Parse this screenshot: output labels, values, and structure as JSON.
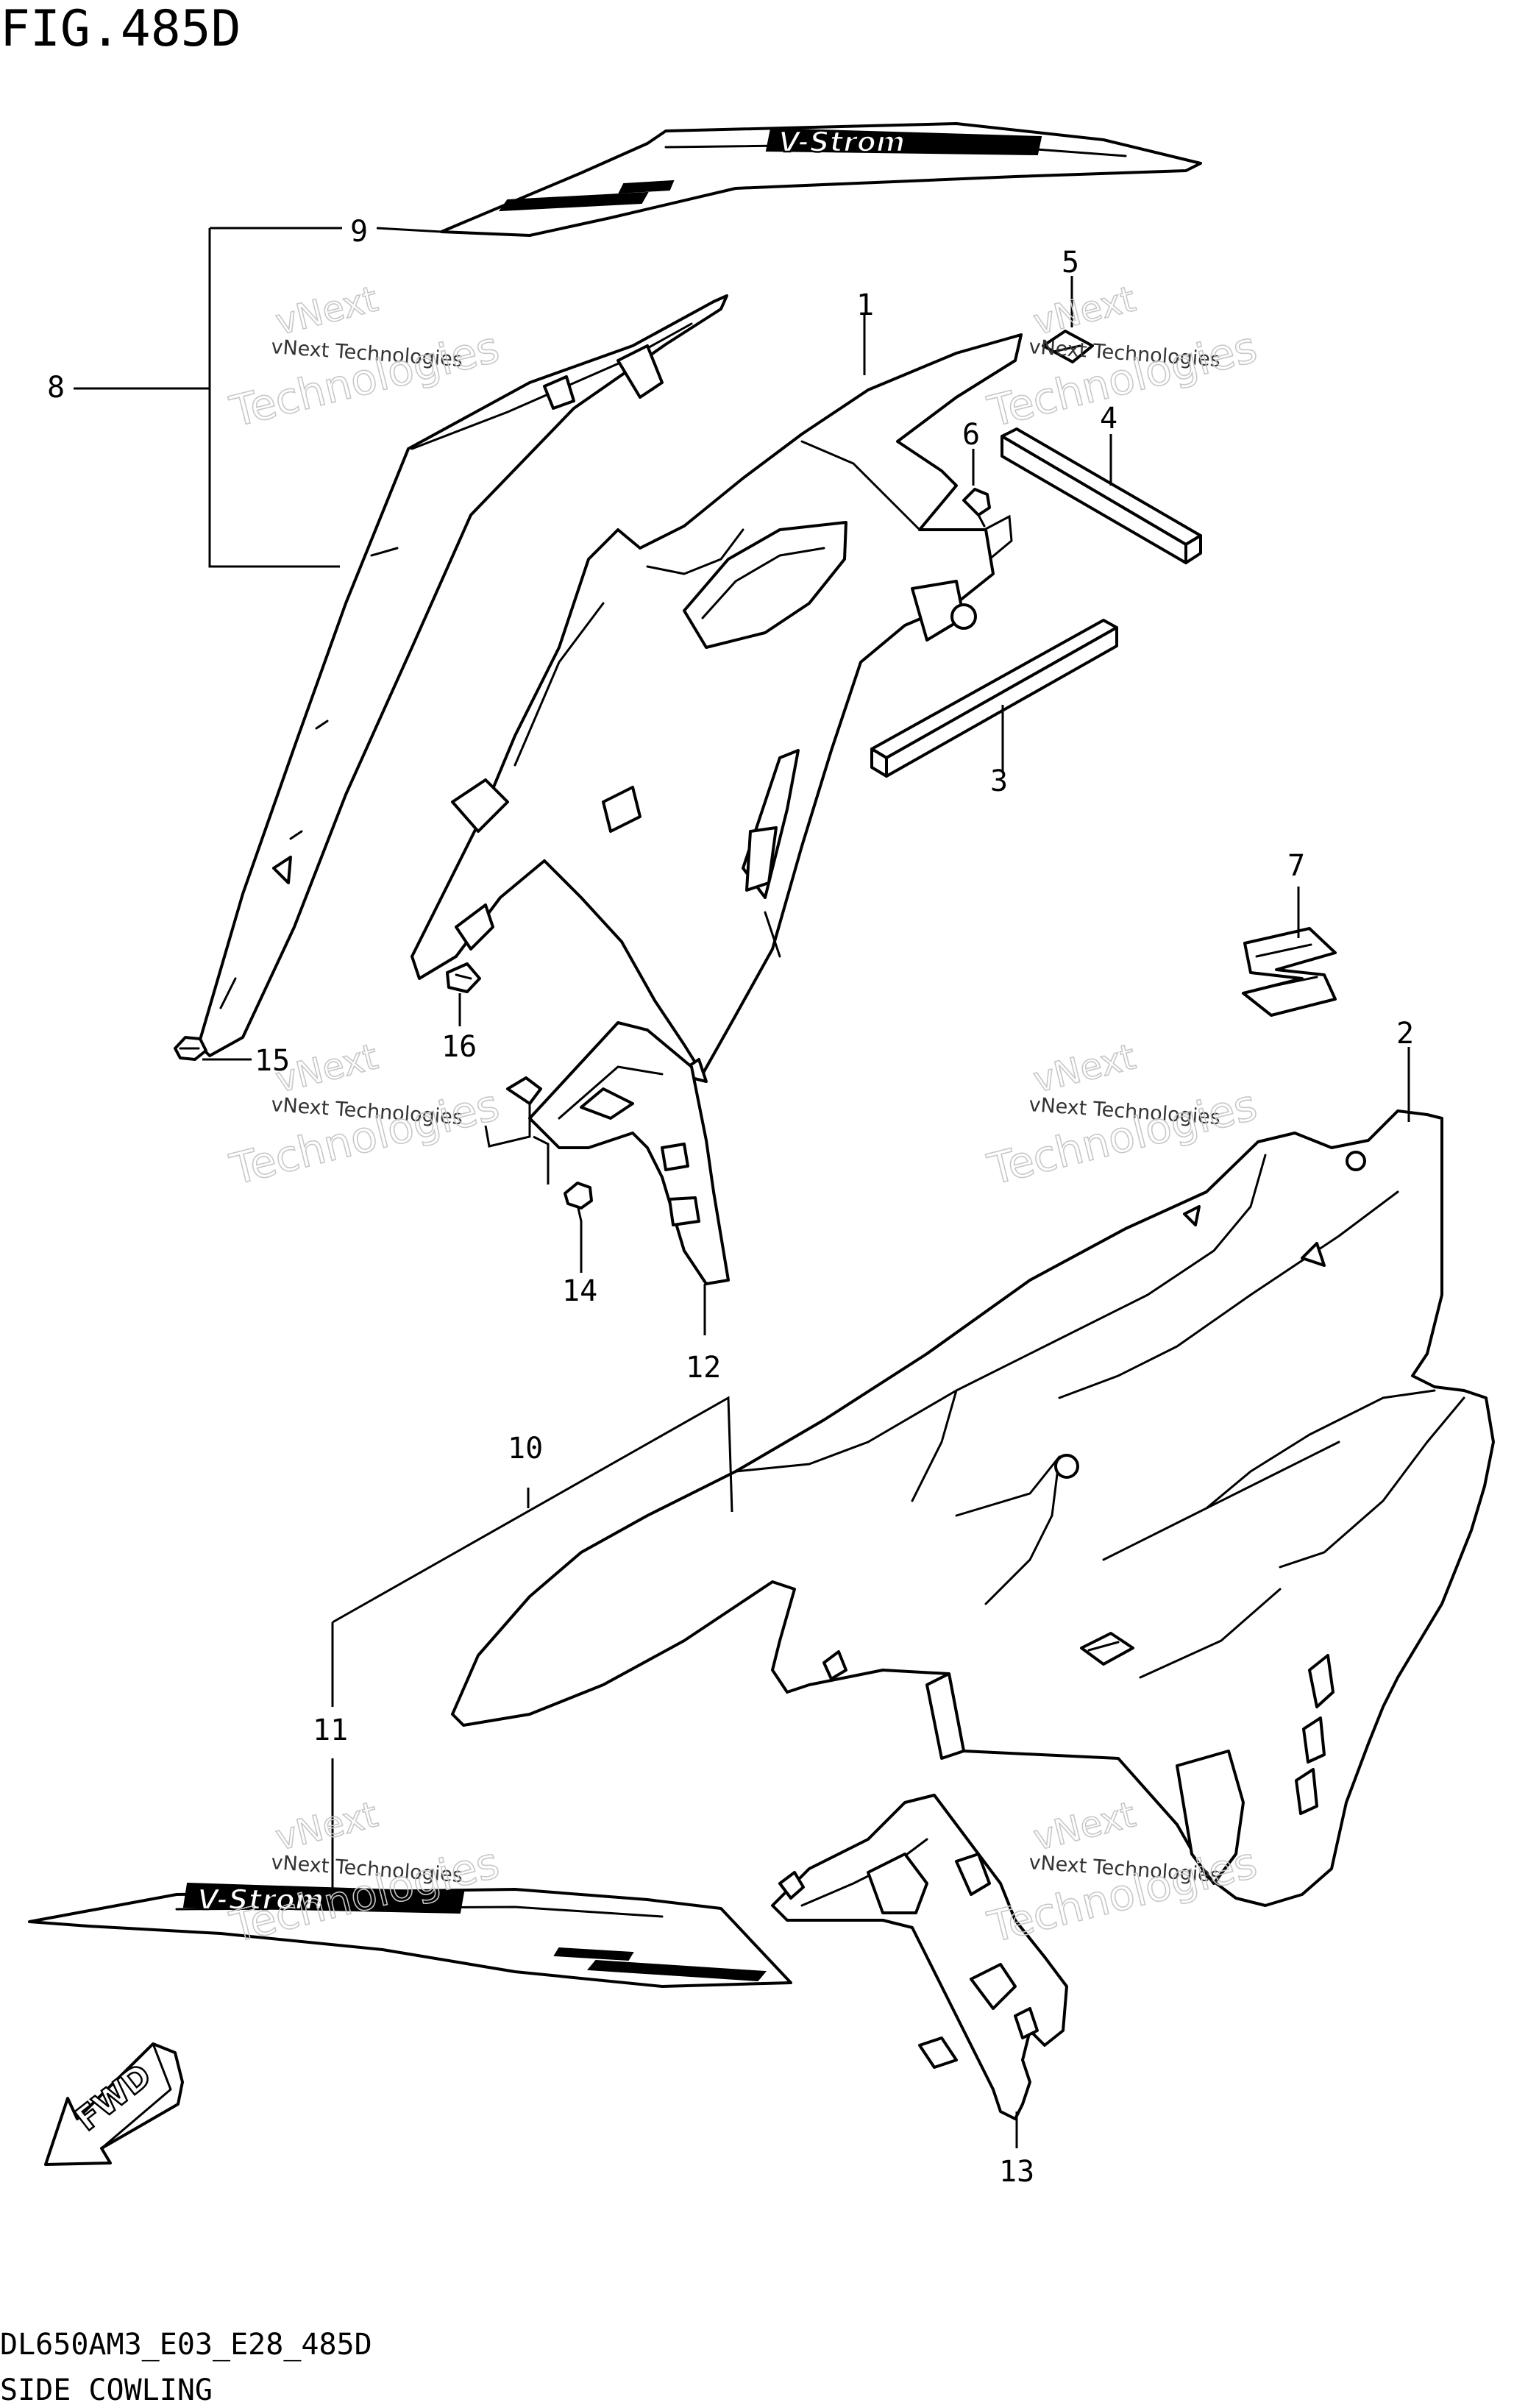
{
  "figure": {
    "title": "FIG.485D",
    "code": "DL650AM3_E03_E28_485D",
    "name": "SIDE COWLING"
  },
  "callouts": [
    "1",
    "2",
    "3",
    "4",
    "5",
    "6",
    "7",
    "8",
    "9",
    "10",
    "11",
    "12",
    "13",
    "14",
    "15",
    "16"
  ],
  "watermark": {
    "brand": "vNext",
    "name": "vNext Technologies",
    "big": "Technologies"
  },
  "decal_text": "V-Strom",
  "fwd_text": "FWD"
}
